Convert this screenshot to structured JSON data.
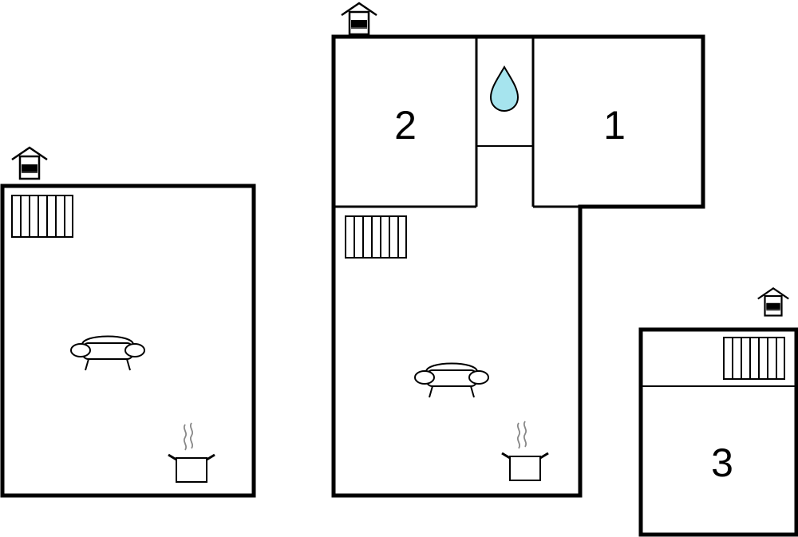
{
  "rooms": [
    {
      "id": "room-1",
      "label": "1"
    },
    {
      "id": "room-2",
      "label": "2"
    },
    {
      "id": "room-3",
      "label": "3"
    }
  ],
  "colors": {
    "wall": "#000000",
    "background": "#ffffff",
    "water_drop": "#a6e4ee"
  },
  "icons": [
    "entrance-icon",
    "radiator-icon",
    "sofa-icon",
    "cooking-pot-icon",
    "water-drop-icon"
  ]
}
